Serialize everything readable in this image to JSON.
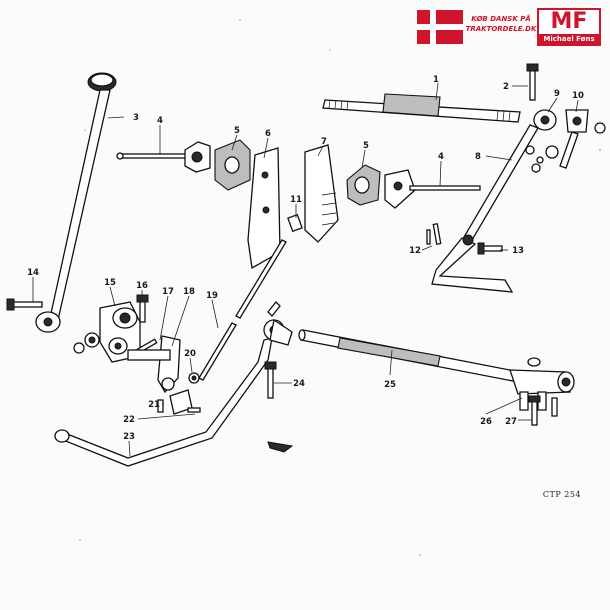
{
  "banner": {
    "shop_line1": "KØB DANSK PÅ",
    "shop_line2": "TRAKTORDELE.DK",
    "logo_mark": "MF",
    "logo_name": "Michael Føns",
    "flag_red": "#d0142c"
  },
  "callouts": [
    "1",
    "2",
    "3",
    "4",
    "5",
    "6",
    "7",
    "5",
    "4",
    "8",
    "9",
    "10",
    "11",
    "12",
    "13",
    "14",
    "15",
    "16",
    "17",
    "18",
    "19",
    "20",
    "21",
    "22",
    "23",
    "24",
    "25",
    "26",
    "27"
  ],
  "plate_code": "CTP 254"
}
